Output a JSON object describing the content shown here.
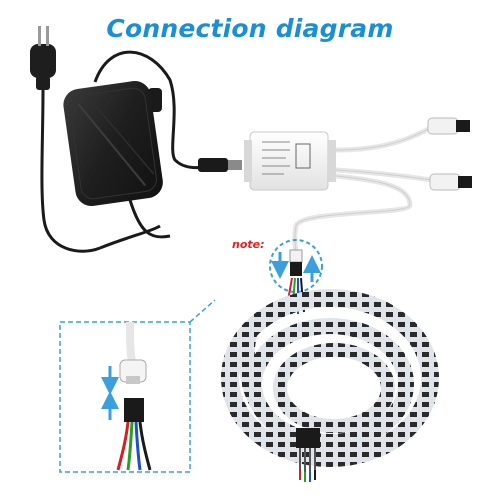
{
  "title": "Connection diagram",
  "note_label": "note:",
  "colors": {
    "title": "#1a8fd6",
    "note": "#e0201e",
    "arrow_blue": "#3aa0dd",
    "dashed_blue": "#3aa0dd",
    "cable_black": "#1a1a1a",
    "adapter_body": "#222222",
    "controller_white": "#f4f4f4",
    "led_chip": "#2a2a2a"
  },
  "components": {
    "eu_plug": "eu-plug",
    "power_adapter": "power-adapter",
    "dc_connector": "dc-connector",
    "controller": "rgb-controller",
    "ir_receiver": "ir-receiver",
    "led_strip_reel": "led-strip-reel",
    "inset_zoom": "connector-zoom-inset"
  }
}
